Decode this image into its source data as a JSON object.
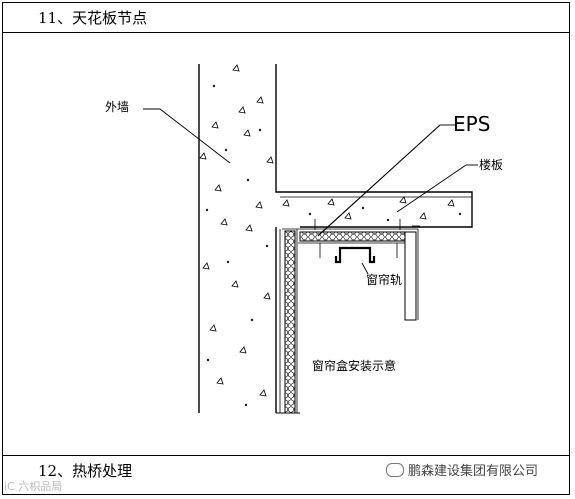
{
  "sections": {
    "top_title": "11、天花板节点",
    "bottom_title": "12、热桥处理"
  },
  "diagram": {
    "labels": {
      "outer_wall": "外墙",
      "eps": "EPS",
      "floor_slab": "楼板",
      "curtain_rail": "窗帘轨",
      "caption": "窗帘盒安装示意"
    }
  },
  "watermarks": {
    "left": "iC 六枳品局",
    "right": "鹏森建设集团有限公司"
  }
}
